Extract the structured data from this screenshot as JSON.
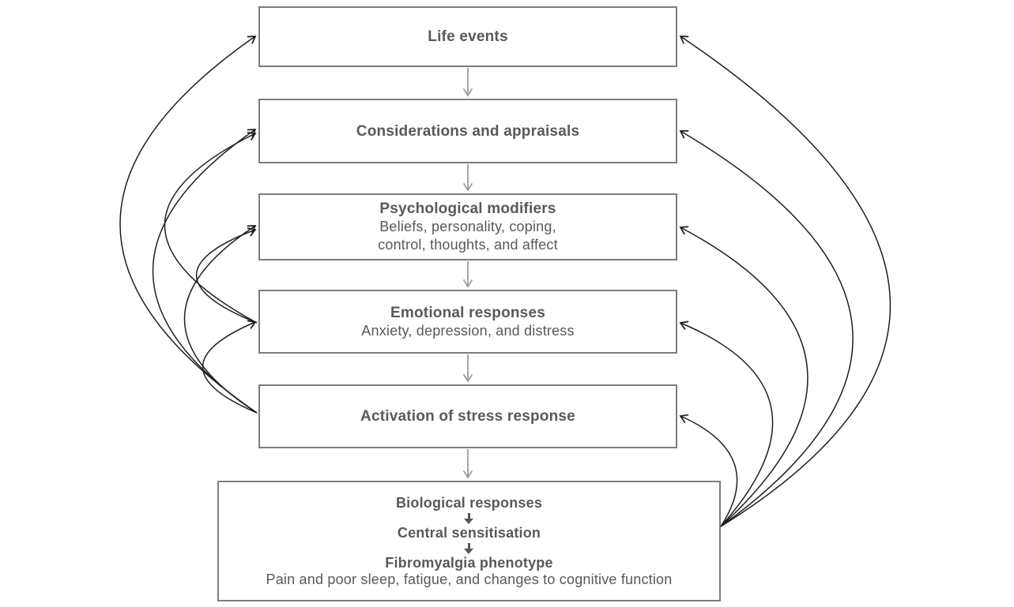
{
  "diagram": {
    "description": "Flow model from life events to fibromyalgia phenotype with feedback loops",
    "colors": {
      "background": "#ffffff",
      "box_border": "#7d7d7d",
      "text": "#58595b",
      "feedback_arrow": "#1f1f1f",
      "flow_arrow": "#9c9c9c"
    },
    "boxes": {
      "life_events": {
        "title": "Life events"
      },
      "considerations": {
        "title": "Considerations and appraisals"
      },
      "psychological_modifiers": {
        "title": "Psychological modifiers",
        "subtitle_lines": [
          "Beliefs, personality, coping,",
          "control, thoughts, and affect"
        ]
      },
      "emotional_responses": {
        "title": "Emotional responses",
        "subtitle": "Anxiety, depression, and distress"
      },
      "stress_response": {
        "title": "Activation of stress response"
      },
      "outcome": {
        "stage1": "Biological responses",
        "stage2": "Central sensitisation",
        "stage3": "Fibromyalgia phenotype",
        "subtitle": "Pain and poor sleep, fatigue, and changes to cognitive function"
      }
    },
    "edges": {
      "forward_flow": [
        {
          "from": "Life events",
          "to": "Considerations and appraisals"
        },
        {
          "from": "Considerations and appraisals",
          "to": "Psychological modifiers"
        },
        {
          "from": "Psychological modifiers",
          "to": "Emotional responses"
        },
        {
          "from": "Emotional responses",
          "to": "Activation of stress response"
        },
        {
          "from": "Activation of stress response",
          "to": "Biological responses"
        },
        {
          "from": "Biological responses",
          "to": "Central sensitisation"
        },
        {
          "from": "Central sensitisation",
          "to": "Fibromyalgia phenotype"
        }
      ],
      "left_feedback_loops": [
        {
          "from": "Activation of stress response",
          "to": "Life events"
        },
        {
          "from": "Activation of stress response",
          "to": "Considerations and appraisals"
        },
        {
          "from": "Activation of stress response",
          "to": "Psychological modifiers"
        },
        {
          "from": "Activation of stress response",
          "to": "Emotional responses"
        },
        {
          "from": "Emotional responses",
          "to": "Considerations and appraisals"
        },
        {
          "from": "Emotional responses",
          "to": "Psychological modifiers"
        }
      ],
      "right_feedback_loops": [
        {
          "from": "Fibromyalgia phenotype",
          "to": "Life events"
        },
        {
          "from": "Fibromyalgia phenotype",
          "to": "Considerations and appraisals"
        },
        {
          "from": "Fibromyalgia phenotype",
          "to": "Psychological modifiers"
        },
        {
          "from": "Fibromyalgia phenotype",
          "to": "Emotional responses"
        },
        {
          "from": "Fibromyalgia phenotype",
          "to": "Activation of stress response"
        }
      ]
    }
  }
}
